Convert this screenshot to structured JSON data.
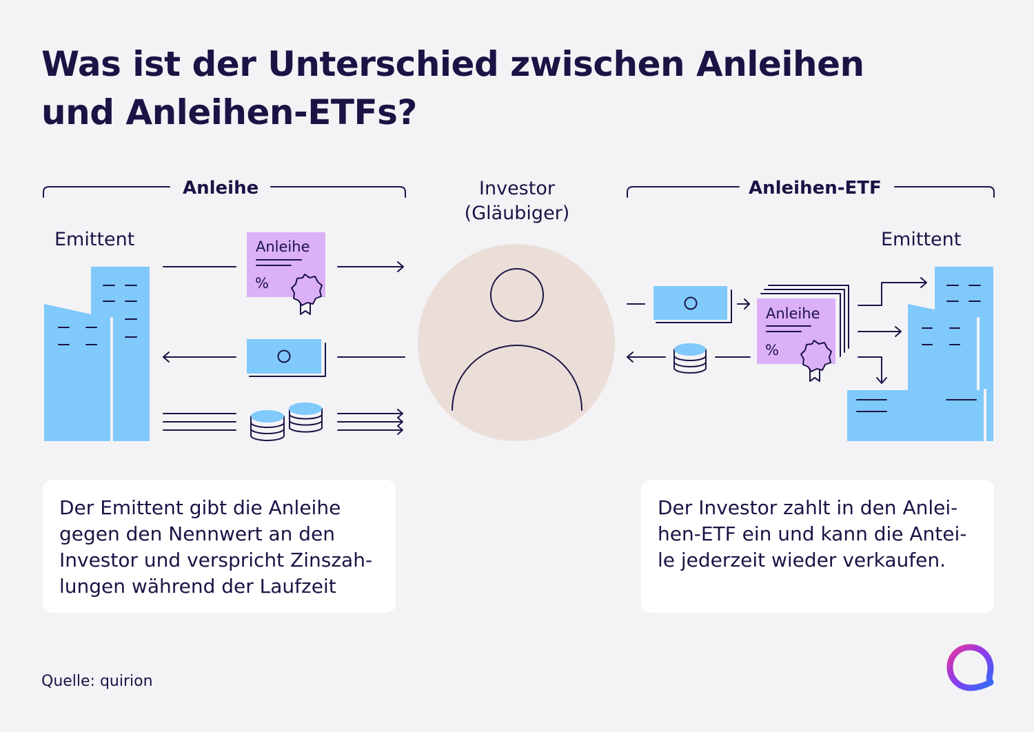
{
  "title": {
    "line1": "Was ist der Unterschied zwischen Anleihen",
    "line2": "und Anleihen-ETFs?"
  },
  "sections": {
    "left": "Anleihe",
    "right": "Anleihen-ETF"
  },
  "investor": {
    "line1": "Investor",
    "line2": "(Gläubiger)"
  },
  "issuer_left": "Emittent",
  "issuer_right": "Emittent",
  "certificate": {
    "label": "Anleihe",
    "symbol": "%"
  },
  "card_left": {
    "lines": [
      "Der Emittent gibt die Anleihe",
      "gegen den Nennwert an den",
      "Investor und verspricht Zinszah-",
      "lungen während der Laufzeit"
    ]
  },
  "card_right": {
    "lines": [
      "Der Investor zahlt in den Anlei-",
      "hen-ETF ein und kann die Antei-",
      "le jederzeit wieder verkaufen."
    ]
  },
  "source": "Quelle: quirion",
  "colors": {
    "navy": "#1a1344",
    "building_blue": "#80c9fb",
    "certificate_purple": "#dcb0f7",
    "investor_circle": "#ebded8",
    "background": "#f3f3f6",
    "card": "#ffffff"
  },
  "icons": {
    "logo": "quirion-logo-icon"
  }
}
